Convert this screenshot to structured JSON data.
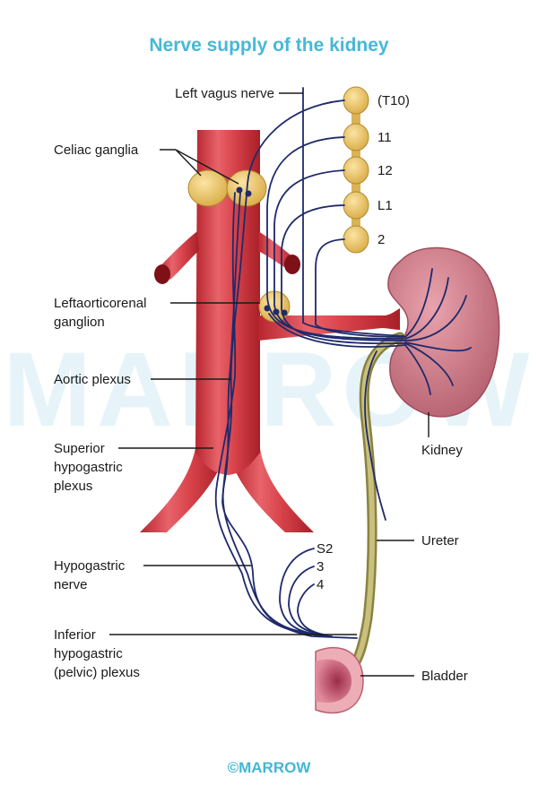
{
  "title": "Nerve supply of the kidney",
  "watermark": "MARROW",
  "copyright": "©MARROW",
  "segments": [
    "(T10)",
    "11",
    "12",
    "L1",
    "2"
  ],
  "sacral": [
    "S2",
    "3",
    "4"
  ],
  "labels": {
    "left_vagus": "Left vagus nerve",
    "celiac": "Celiac ganglia",
    "aorticorenal_1": "Leftaorticorenal",
    "aorticorenal_2": "ganglion",
    "aortic_plexus": "Aortic plexus",
    "superior_1": "Superior",
    "superior_2": "hypogastric",
    "superior_3": "plexus",
    "hypogastric_1": "Hypogastric",
    "hypogastric_2": "nerve",
    "inferior_1": "Inferior",
    "inferior_2": "hypogastric",
    "inferior_3": "(pelvic) plexus",
    "kidney": "Kidney",
    "ureter": "Ureter",
    "bladder": "Bladder"
  },
  "colors": {
    "artery": "#d9434b",
    "ganglion": "#e8c56a",
    "nerve": "#1f2a6b",
    "kidney": "#c97a86",
    "ureter": "#a39b54",
    "title": "#47b8d6"
  }
}
